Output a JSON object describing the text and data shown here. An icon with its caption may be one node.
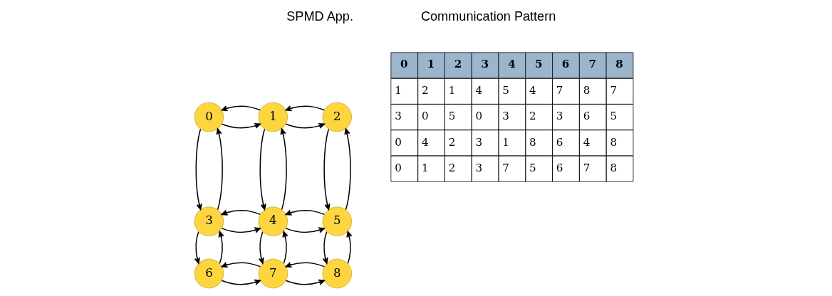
{
  "diagram": {
    "nodes": [
      {
        "text": [
          "0"
        ]
      },
      {
        "text": [
          "1"
        ]
      },
      {
        "text": [
          "2"
        ]
      },
      {
        "text": [
          "3"
        ]
      },
      {
        "text": [
          "4"
        ]
      },
      {
        "text": [
          "5"
        ]
      },
      {
        "text": [
          "6"
        ]
      },
      {
        "text": [
          "7"
        ]
      },
      {
        "text": [
          "8"
        ]
      }
    ],
    "edges": [
      {
        "from": 0,
        "to": 1,
        "arrow": "to"
      },
      {
        "from": 1,
        "to": 0,
        "arrow": "to"
      },
      {
        "from": 1,
        "to": 2,
        "arrow": "to"
      },
      {
        "from": 2,
        "to": 1,
        "arrow": "to"
      },
      {
        "from": 0,
        "to": 3,
        "arrow": "to"
      },
      {
        "from": 3,
        "to": 0,
        "arrow": "to"
      },
      {
        "from": 1,
        "to": 4,
        "arrow": "to"
      },
      {
        "from": 4,
        "to": 1,
        "arrow": "to"
      },
      {
        "from": 2,
        "to": 5,
        "arrow": "to"
      },
      {
        "from": 5,
        "to": 2,
        "arrow": "to"
      },
      {
        "from": 3,
        "to": 4,
        "arrow": "to"
      },
      {
        "from": 4,
        "to": 3,
        "arrow": "to"
      },
      {
        "from": 4,
        "to": 5,
        "arrow": "to"
      },
      {
        "from": 5,
        "to": 4,
        "arrow": "to"
      },
      {
        "from": 3,
        "to": 6,
        "arrow": "to"
      },
      {
        "from": 6,
        "to": 3,
        "arrow": "to"
      },
      {
        "from": 4,
        "to": 7,
        "arrow": "to"
      },
      {
        "from": 7,
        "to": 4,
        "arrow": "to"
      },
      {
        "from": 5,
        "to": 8,
        "arrow": "to"
      },
      {
        "from": 8,
        "to": 5,
        "arrow": "to"
      },
      {
        "from": 6,
        "to": 7,
        "arrow": "to"
      },
      {
        "from": 7,
        "to": 6,
        "arrow": "to"
      },
      {
        "from": 7,
        "to": 8,
        "arrow": "to"
      },
      {
        "from": 8,
        "to": 7,
        "arrow": "to"
      }
    ],
    "labels": [
      "SPMD App.",
      "Communication Pattern",
      "0",
      "1",
      "2",
      "3",
      "4",
      "5",
      "6",
      "7",
      "8",
      "1",
      "2",
      "1",
      "4",
      "5",
      "4",
      "7",
      "8",
      "7",
      "3",
      "0",
      "5",
      "0",
      "3",
      "2",
      "3",
      "6",
      "5",
      "0",
      "4",
      "2",
      "3",
      "1",
      "8",
      "6",
      "4",
      "8",
      "0",
      "1",
      "2",
      "3",
      "7",
      "5",
      "6",
      "7",
      "8"
    ]
  }
}
